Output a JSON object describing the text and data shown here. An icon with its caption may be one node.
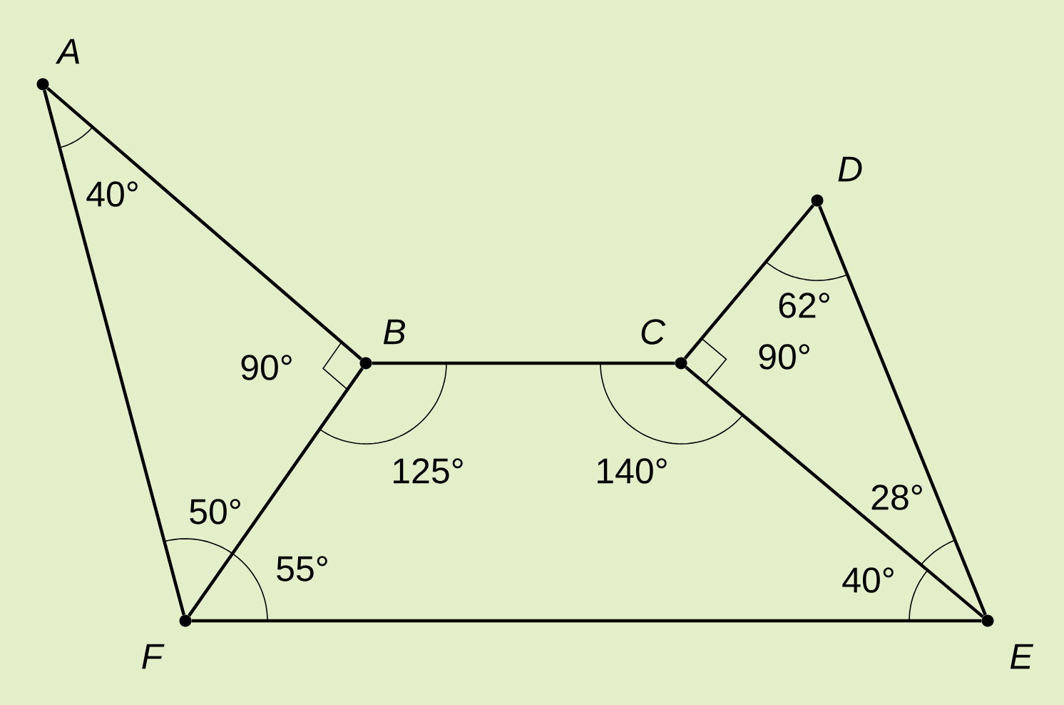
{
  "diagram": {
    "nodes": [
      {
        "text": [
          "A"
        ]
      },
      {
        "text": [
          "B"
        ]
      },
      {
        "text": [
          "C"
        ]
      },
      {
        "text": [
          "D"
        ]
      },
      {
        "text": [
          "E"
        ]
      },
      {
        "text": [
          "F"
        ]
      }
    ],
    "edges": [
      {
        "from": 0,
        "to": 1,
        "arrow": "none"
      },
      {
        "from": 0,
        "to": 5,
        "arrow": "none"
      },
      {
        "from": 1,
        "to": 2,
        "arrow": "none"
      },
      {
        "from": 1,
        "to": 5,
        "arrow": "none"
      },
      {
        "from": 2,
        "to": 3,
        "arrow": "none"
      },
      {
        "from": 2,
        "to": 4,
        "arrow": "none"
      },
      {
        "from": 3,
        "to": 4,
        "arrow": "none"
      },
      {
        "from": 5,
        "to": 4,
        "arrow": "none"
      }
    ],
    "labels": [
      "40°",
      "62°",
      "90°",
      "90°",
      "125°",
      "140°",
      "28°",
      "50°",
      "55°",
      "40°"
    ]
  }
}
